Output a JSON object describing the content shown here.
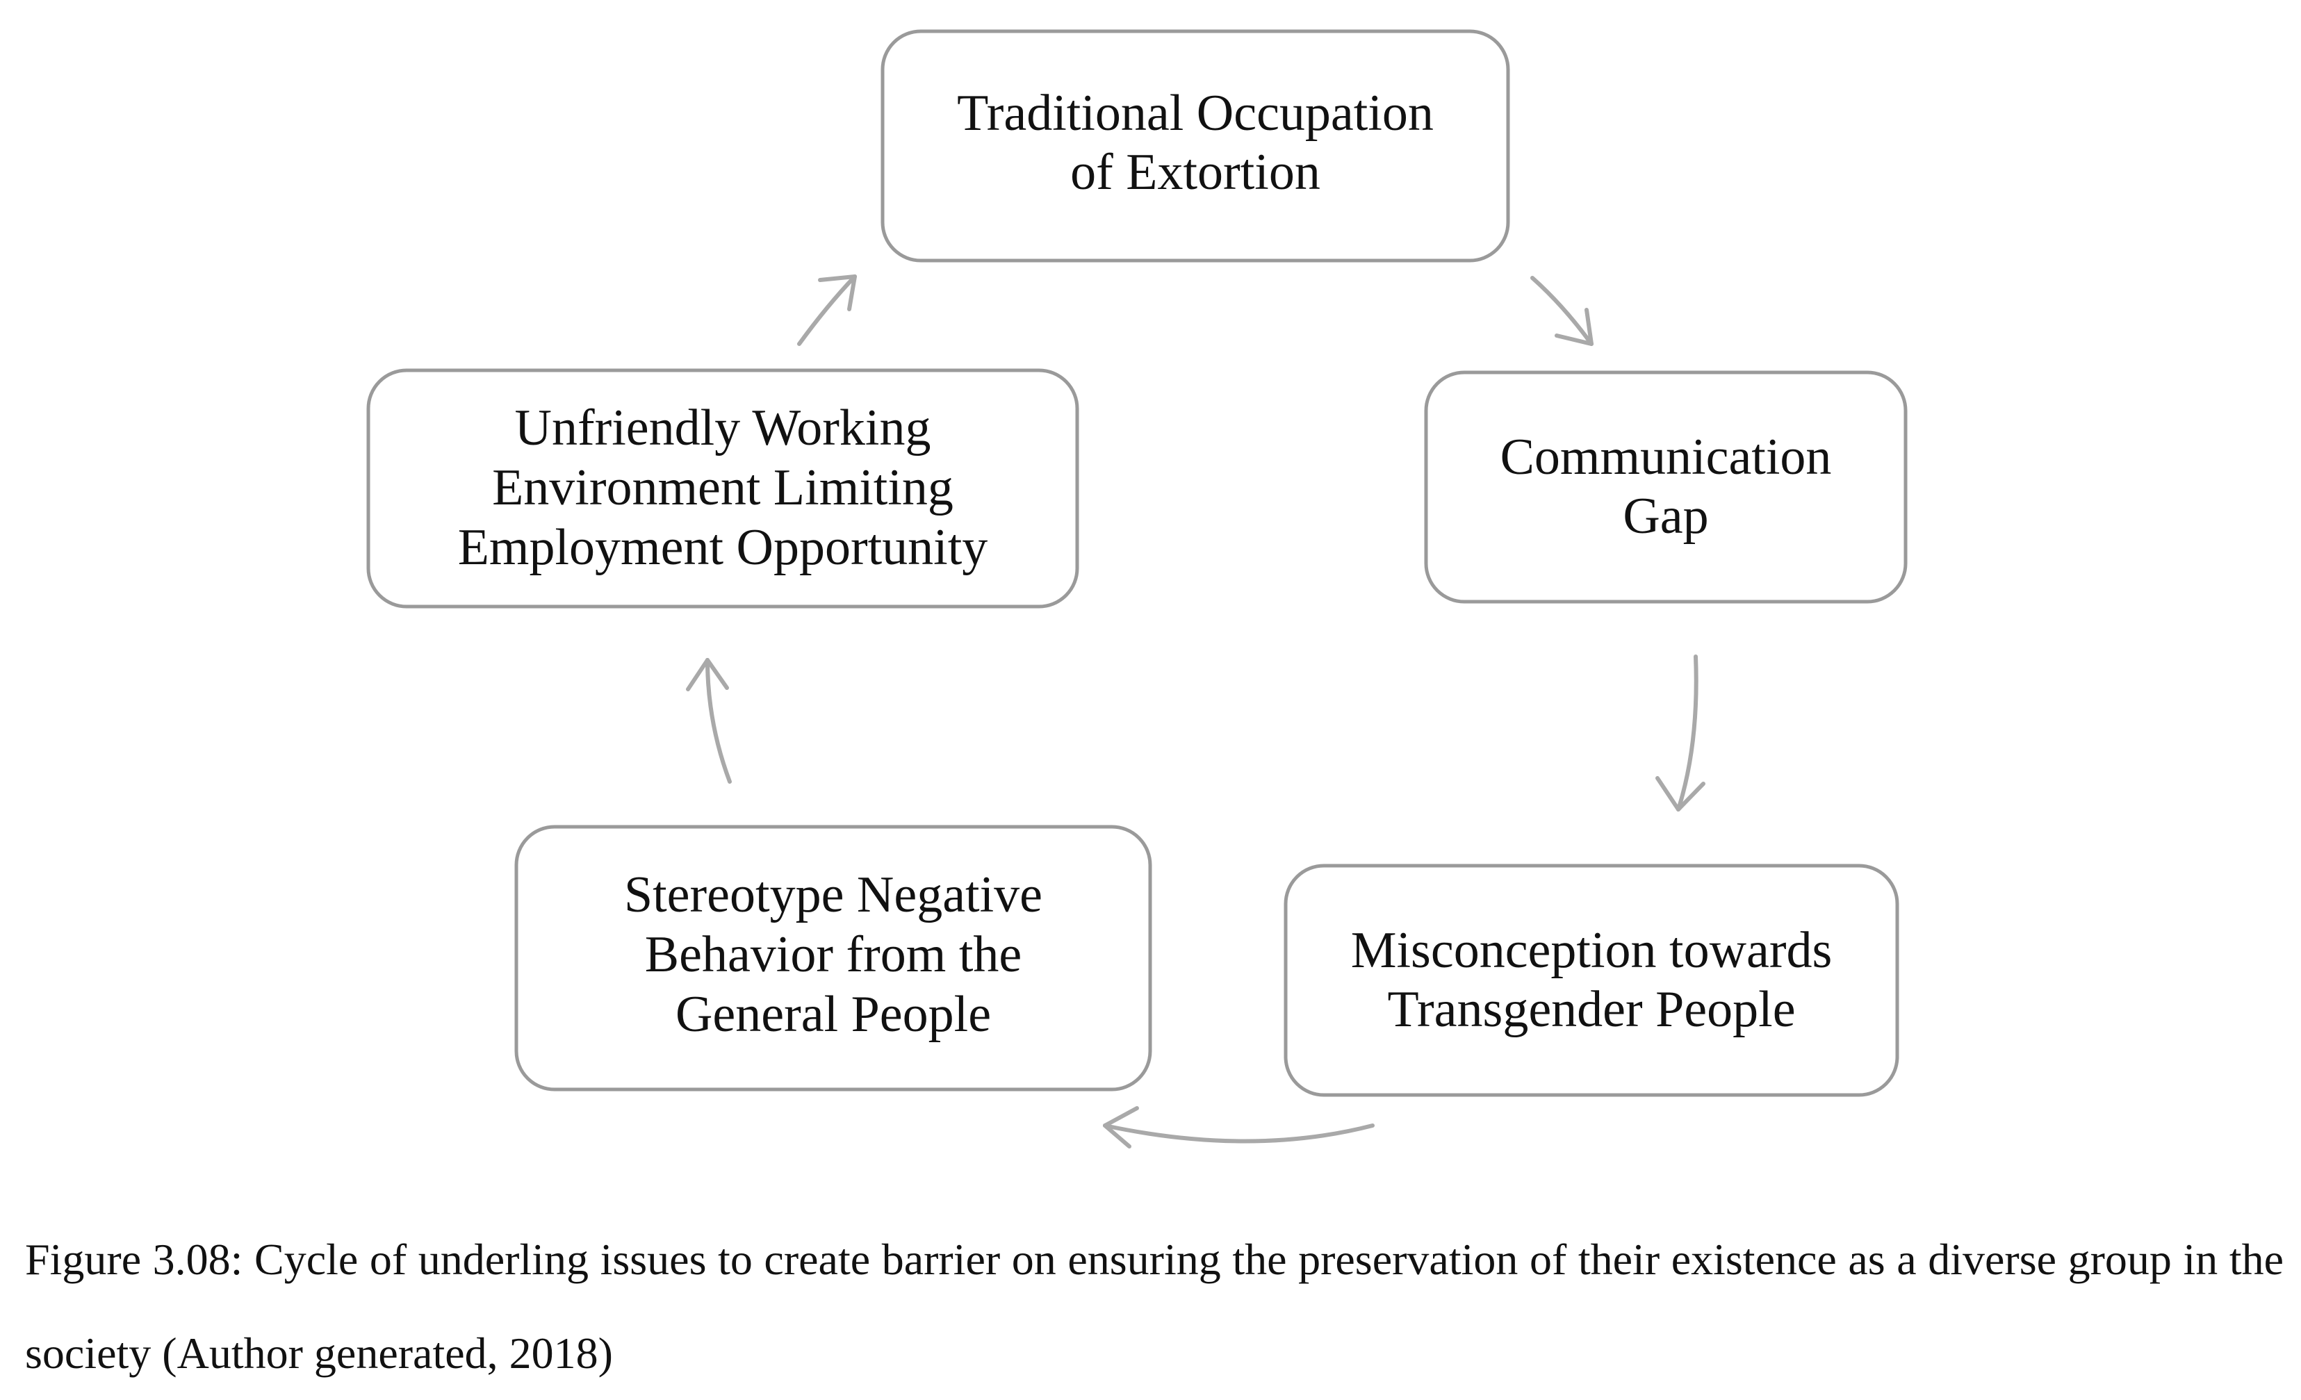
{
  "diagram": {
    "nodes": [
      {
        "id": "traditional-occupation",
        "lines": [
          "Traditional Occupation",
          "of Extortion"
        ]
      },
      {
        "id": "communication-gap",
        "lines": [
          "Communication",
          "Gap"
        ]
      },
      {
        "id": "misconception",
        "lines": [
          "Misconception towards",
          "Transgender People"
        ]
      },
      {
        "id": "stereotype",
        "lines": [
          "Stereotype Negative",
          "Behavior from the",
          "General People"
        ]
      },
      {
        "id": "unfriendly-environment",
        "lines": [
          "Unfriendly Working",
          "Environment Limiting",
          "Employment Opportunity"
        ]
      }
    ],
    "edges": [
      {
        "from": "traditional-occupation",
        "to": "communication-gap"
      },
      {
        "from": "communication-gap",
        "to": "misconception"
      },
      {
        "from": "misconception",
        "to": "stereotype"
      },
      {
        "from": "stereotype",
        "to": "unfriendly-environment"
      },
      {
        "from": "unfriendly-environment",
        "to": "traditional-occupation"
      }
    ],
    "colors": {
      "box_border": "#9a9a9a",
      "arrow": "#a9a9a9",
      "text": "#111111"
    }
  },
  "caption": "Figure 3.08: Cycle of underling issues to create barrier on ensuring the preservation of their existence as a diverse group in the society (Author generated, 2018)"
}
